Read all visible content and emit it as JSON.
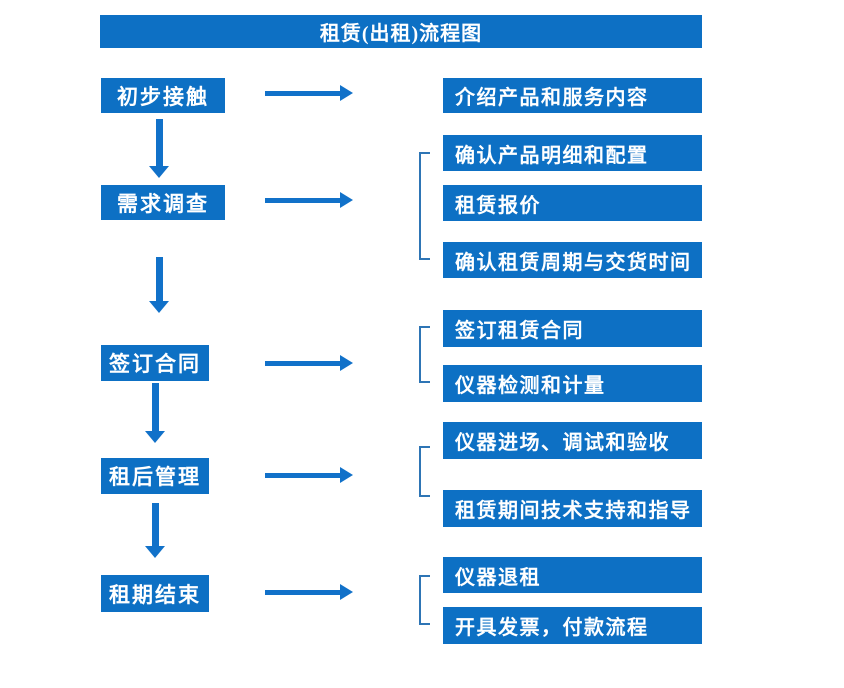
{
  "title": "租赁(出租)流程图",
  "colors": {
    "box_blue": "#0d70c4",
    "arrow_blue": "#1171c9",
    "bracket_blue": "#2e75b5",
    "text_white": "#ffffff"
  },
  "steps": [
    {
      "label": "初步接触",
      "details": [
        "介绍产品和服务内容"
      ]
    },
    {
      "label": "需求调查",
      "details": [
        "确认产品明细和配置",
        "租赁报价",
        "确认租赁周期与交货时间"
      ]
    },
    {
      "label": "签订合同",
      "details": [
        "签订租赁合同",
        "仪器检测和计量"
      ]
    },
    {
      "label": "租后管理",
      "details": [
        "仪器进场、调试和验收",
        "租赁期间技术支持和指导"
      ]
    },
    {
      "label": "租期结束",
      "details": [
        "仪器退租",
        "开具发票，付款流程"
      ]
    }
  ]
}
